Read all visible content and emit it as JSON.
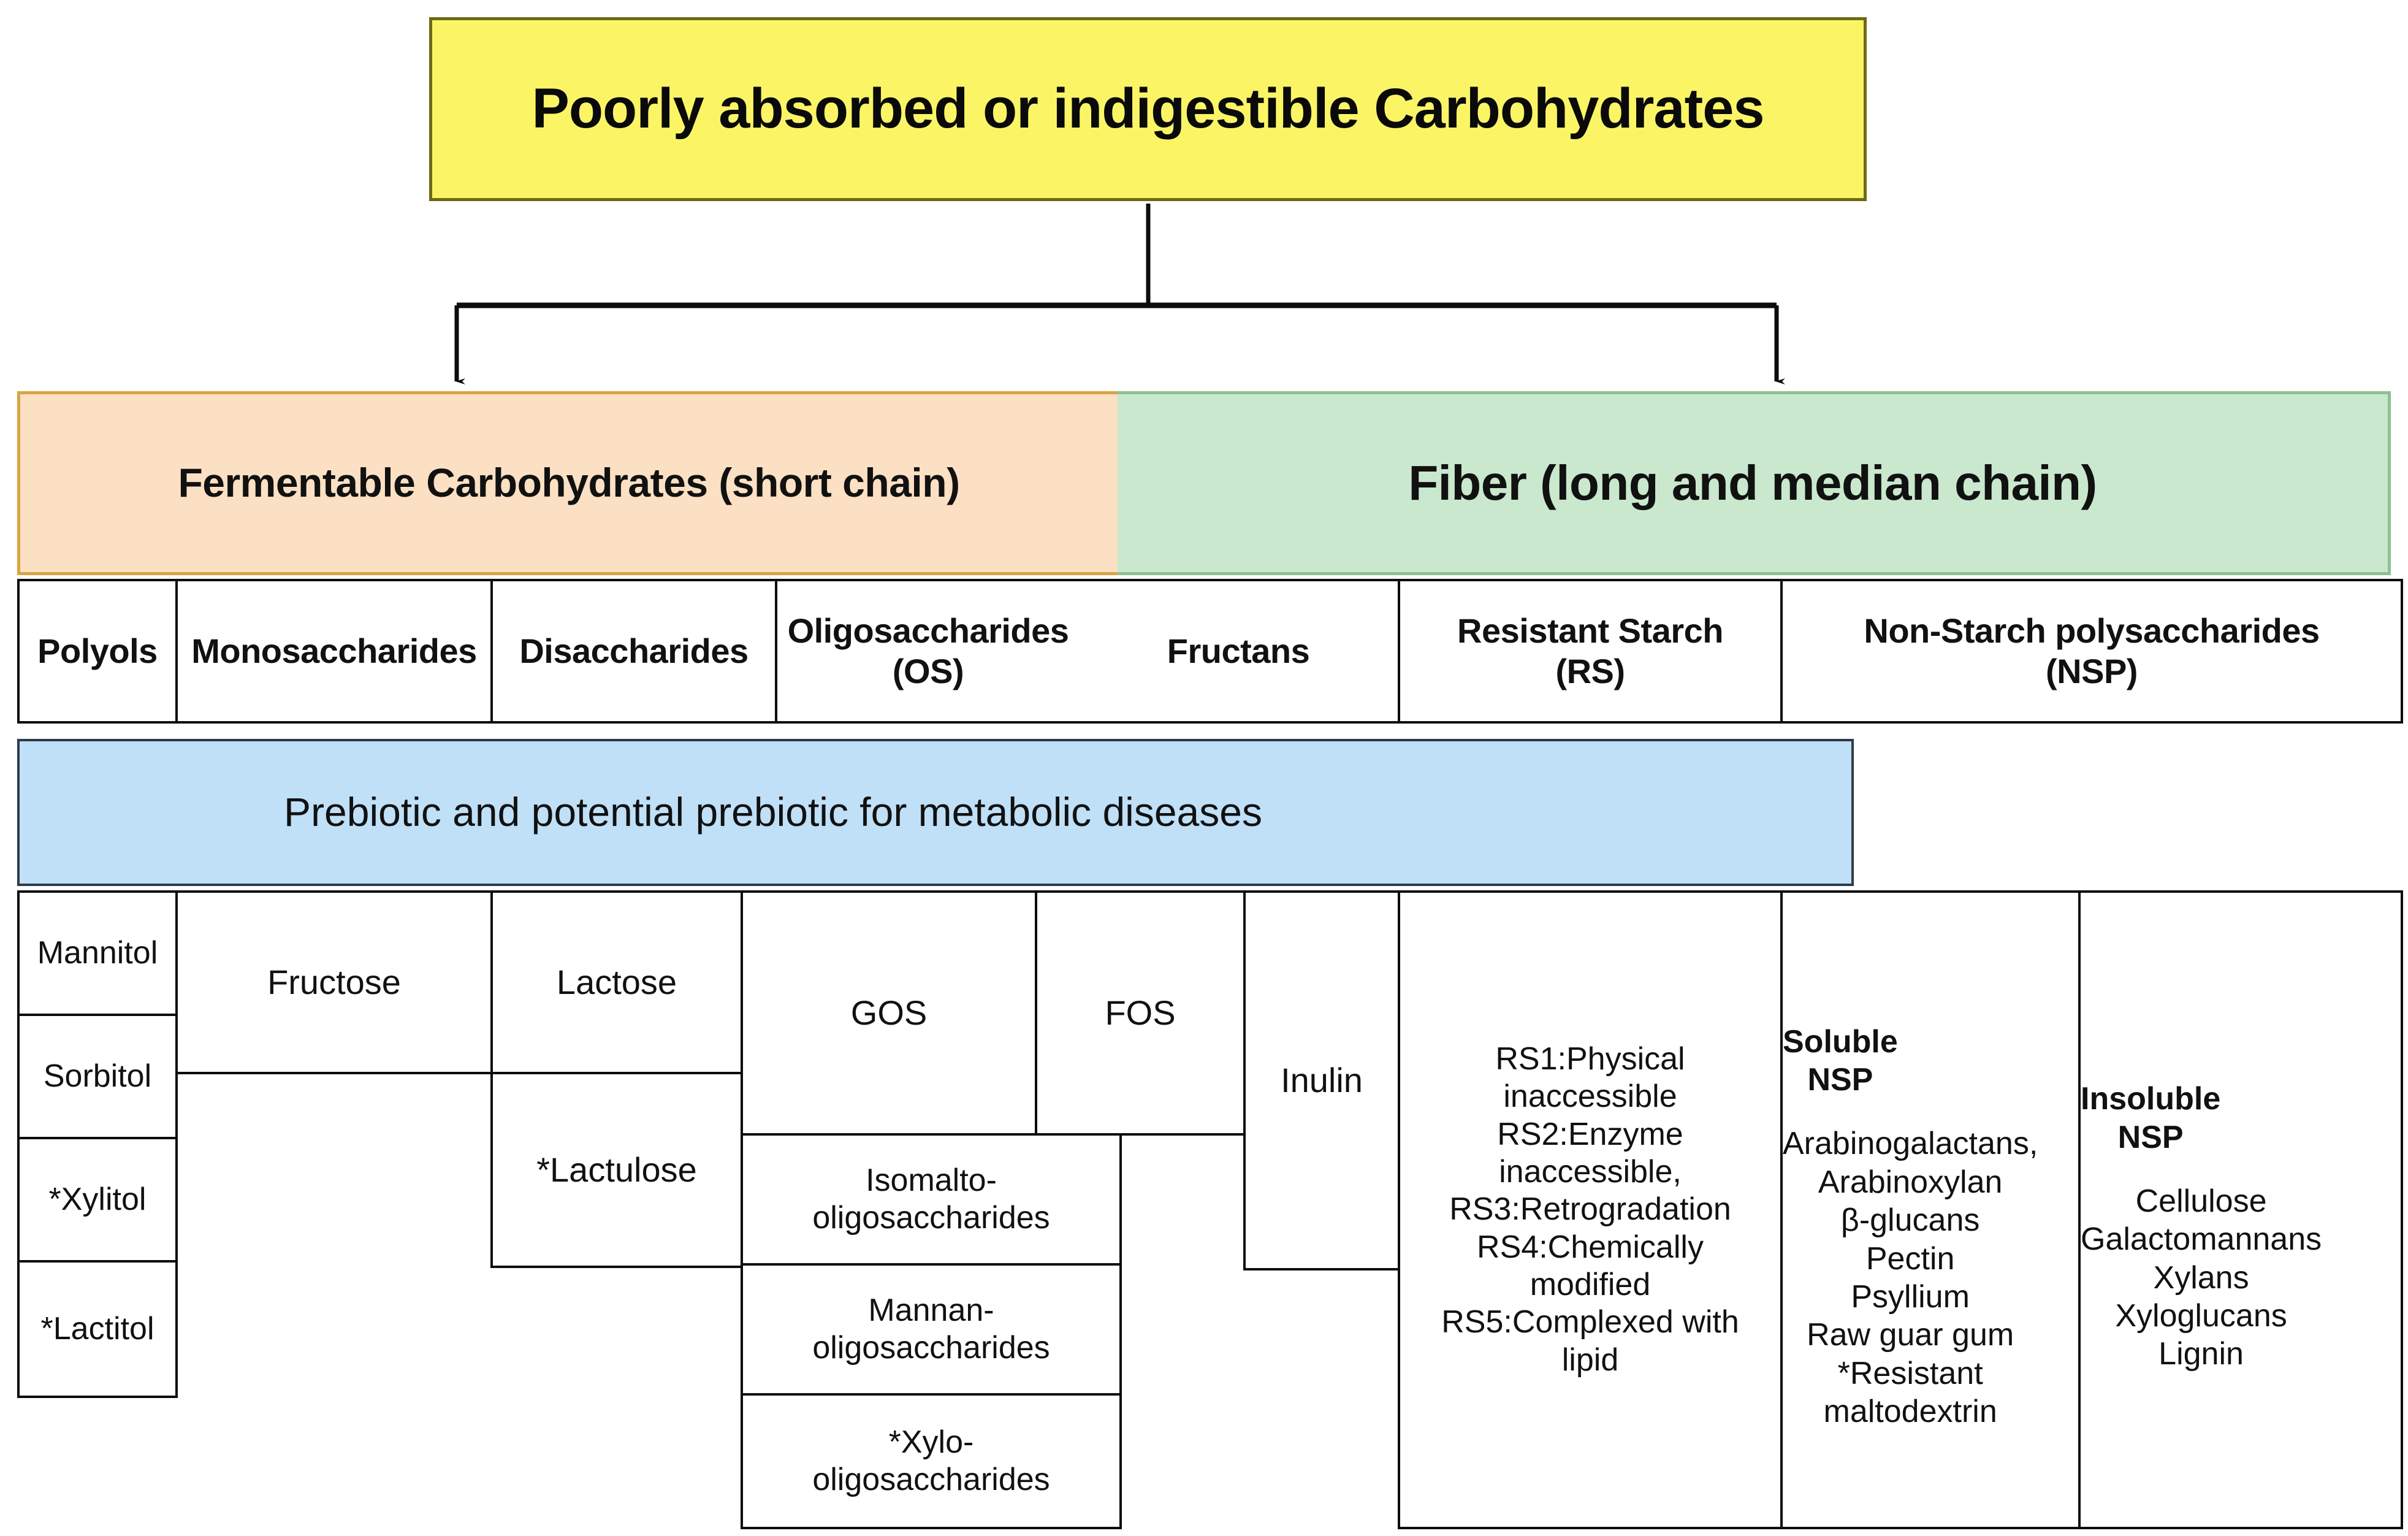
{
  "title": {
    "text": "Poorly absorbed or indigestible Carbohydrates"
  },
  "branches": {
    "left": {
      "label": "Fermentable Carbohydrates (short chain)",
      "color": "#fbe0c4"
    },
    "right": {
      "label": "Fiber (long and median chain)",
      "color": "#c9e8cd"
    }
  },
  "categories": [
    {
      "id": "polyols",
      "label": "Polyols"
    },
    {
      "id": "monosaccharides",
      "label": "Monosaccharides"
    },
    {
      "id": "disaccharides",
      "label": "Disaccharides"
    },
    {
      "id": "oligosaccharides",
      "label": "Oligosaccharides\n(OS)"
    },
    {
      "id": "fructans",
      "label": "Fructans"
    },
    {
      "id": "resistant-starch",
      "label": "Resistant Starch\n(RS)"
    },
    {
      "id": "non-starch-polysaccharides",
      "label": "Non-Starch polysaccharides\n(NSP)"
    }
  ],
  "prebiotic_band": {
    "label": "Prebiotic and potential prebiotic for metabolic diseases",
    "color": "#bfe0f7"
  },
  "details": {
    "polyols": [
      "Mannitol",
      "Sorbitol",
      "*Xylitol",
      "*Lactitol"
    ],
    "monosaccharides": [
      "Fructose"
    ],
    "disaccharides": [
      "Lactose",
      "*Lactulose"
    ],
    "oligosaccharides": [
      "GOS",
      "Isomalto-\noligosaccharides",
      "Mannan-\noligosaccharides",
      "*Xylo-\noligosaccharides"
    ],
    "fructans": [
      "FOS",
      "Inulin"
    ],
    "resistant_starch": "RS1:Physical\ninaccessible\nRS2:Enzyme\ninaccessible,\nRS3:Retrogradation\nRS4:Chemically\nmodified\nRS5:Complexed with\nlipid",
    "soluble_nsp": {
      "heading": "Soluble\nNSP",
      "items": "Arabinogalactans,\nArabinoxylan\nβ-glucans\nPectin\nPsyllium\nRaw guar gum\n*Resistant\nmaltodextrin"
    },
    "insoluble_nsp": {
      "heading": "Insoluble\nNSP",
      "items": "Cellulose\nGalactomannans\nXylans\nXyloglucans\nLignin"
    }
  },
  "colors": {
    "title_fill": "#fbf566",
    "title_border": "#6e6a14",
    "fermentable_fill": "#fbe0c4",
    "fermentable_border": "#d9a441",
    "fiber_fill": "#c9e8cd",
    "fiber_border": "#8fbf93",
    "prebiotic_fill": "#bfe0f7",
    "line": "#0d0d0d"
  }
}
